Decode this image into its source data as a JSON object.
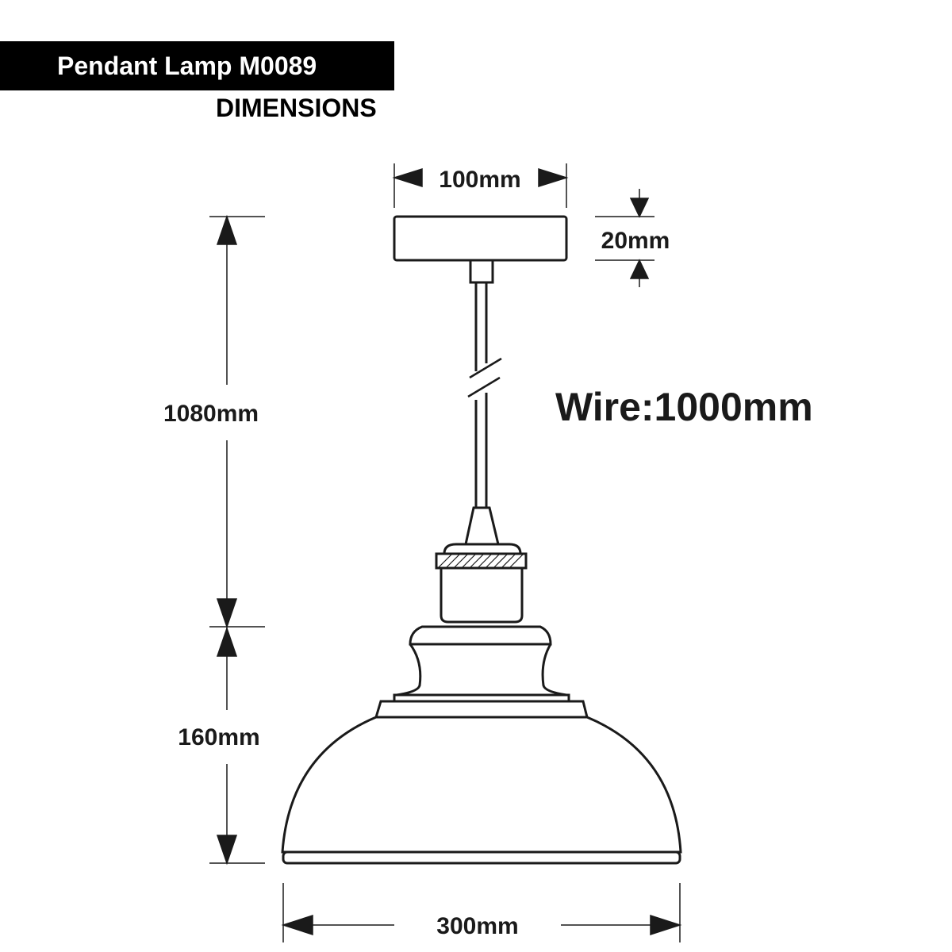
{
  "header": {
    "title": "Pendant Lamp M0089",
    "subtitle": "DIMENSIONS"
  },
  "dimensions": {
    "canopy_width": "100mm",
    "canopy_height": "20mm",
    "total_height": "1080mm",
    "shade_height": "160mm",
    "shade_width": "300mm"
  },
  "wire_label": "Wire:1000mm",
  "colors": {
    "line": "#1a1a1a",
    "title_bg": "#000000",
    "title_text": "#ffffff"
  }
}
